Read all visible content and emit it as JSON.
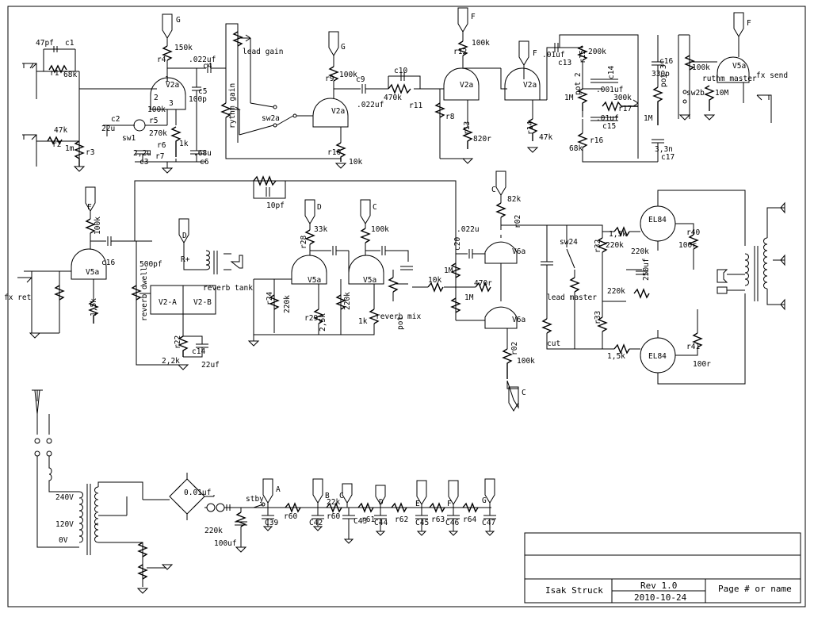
{
  "title_block": {
    "author": "Isak Struck",
    "revision": "Rev 1.0",
    "date": "2010-10-24",
    "page": "Page # or name"
  },
  "nodes": [
    "G",
    "F",
    "D",
    "C",
    "A",
    "B",
    "C",
    "D",
    "E",
    "F",
    "G",
    "G",
    "F",
    "D",
    "D",
    "E",
    "C",
    "C",
    "F",
    "F"
  ],
  "labels": {
    "tube_v2a": "V2a",
    "tube_v5a": "V5a",
    "tube_v6a": "V6a",
    "tube_v2a_rev": "V2-A",
    "tube_v2b_rev": "V2-B",
    "tube_el84": "EL84",
    "lead_gain": "lead gain",
    "rythm_gain": "rythm gain",
    "sw2a": "sw2a",
    "sw1": "sw1",
    "sw2b": "sw2b",
    "sw24": "sw24",
    "rythm_master": "ruthm master",
    "fx_send": "fx send",
    "fx_ret": "fx ret",
    "reverb_dwell": "reverb dwell",
    "reverb_tank": "reverb tank",
    "reverb_mix": "reverb mix",
    "lead_master": "lead master",
    "cut": "cut",
    "stby": "stby",
    "r_plus": "R+",
    "v240": "240V",
    "v120": "120V",
    "v0": "0V"
  },
  "parts": {
    "c47pf": "47pf",
    "c1": "c1",
    "r1": "r1",
    "r68k": "68k",
    "r47k": "47k",
    "r2": "r2",
    "r1m": "1m",
    "r3": "r3",
    "r150k": "150k",
    "r4": "r4",
    "c022": ".022uf",
    "c4": "c4",
    "c5": "c5",
    "c100p": "100p",
    "c2": "c2",
    "c22u": "22u",
    "r100k_a": "100k",
    "r5": "r5",
    "r270k": "270k",
    "r6": "r6",
    "r1k": "1k",
    "r7": "r7",
    "c22u2": "2,2u",
    "c3": "c3",
    "c68u": ".68u",
    "c6": "c6",
    "r100k_b": "100k",
    "r9": "r9",
    "c9": "c9",
    "c022b": ".022uf",
    "r10": "r10",
    "r10k": "10k",
    "c10": "c10",
    "r470k": "470k",
    "r11": "r11",
    "r100k_c": "100k",
    "r12": "r12",
    "r8": "r8",
    "r13": "r13",
    "r820r": "820r",
    "c01uf": ".01uf",
    "c13": "c13",
    "r14": "r14",
    "r47k_b": "47k",
    "r200k": "200k",
    "r15": "r15",
    "c001uf": ".001uf",
    "c14": "c14",
    "r1m_b": "1M",
    "pot2": "pot 2",
    "r300k": "300k",
    "r17": "r17",
    "c01uf_b": ".01uf",
    "c15": "c15",
    "r68k_b": "68k",
    "r16": "r16",
    "c16": "c16",
    "c330p": "330p",
    "r1m_c": "1M",
    "pot3": "pot 3",
    "c33n": "3,3n",
    "c17": "c17",
    "r100k_d": "100k",
    "r10m": "10M",
    "r100k_e": "100k",
    "c16b": "c16",
    "r15k": "1,5k",
    "c500pf": "500pf",
    "c10pf": "10pf",
    "r22": "r22",
    "c14b": "c14",
    "r22k": "2,2k",
    "c22uf": "22uf",
    "r33k": "33k",
    "r28": "r28",
    "r24": "r24",
    "r220k": "220k",
    "r29": "r29",
    "r25k": "2,5k",
    "r100k_f": "100k",
    "r220k_b": "220k",
    "r1k_b": "1k",
    "pot": "pot",
    "r10k_b": "10k",
    "r1m_d": "1M",
    "r470r": "470r",
    "r1m_e": "1M",
    "c20": "c20",
    "c022u": ".022u",
    "r82k": "82k",
    "r02": "r02",
    "r100k_g": "100k",
    "r02b": "r02",
    "r15k_b": "1,5k",
    "r32": "r32",
    "r220k_c": "220k",
    "r220k_d": "220k",
    "c250uf": "250uf",
    "r220k_e": "220k",
    "r33": "r33",
    "r15k_c": "1,5k",
    "r40": "r40",
    "r100r": "100r",
    "r41": "r41",
    "r100r_b": "100r",
    "c001": "0.01uf",
    "r220k_f": "220k",
    "c100uf": "100uf",
    "c39": "C39",
    "r60": "r60",
    "c42": "C42",
    "r22k_b": "22k",
    "r60b": "r60",
    "c43": "C43",
    "r61": "r61",
    "c44": "C44",
    "r62": "r62",
    "c45": "C45",
    "r63": "r63",
    "c46": "C46",
    "r64": "r64",
    "c47": "C47"
  }
}
